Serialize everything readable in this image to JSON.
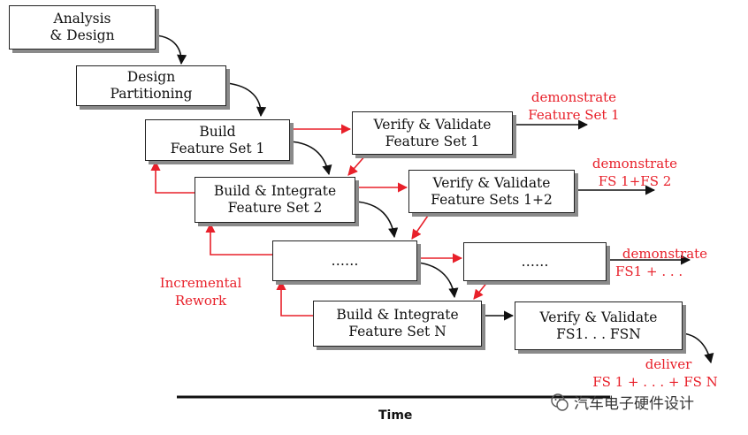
{
  "boxes": {
    "analysis": {
      "line1": "Analysis",
      "line2": "& Design"
    },
    "partitioning": {
      "line1": "Design",
      "line2": "Partitioning"
    },
    "build1": {
      "line1": "Build",
      "line2": "Feature Set 1"
    },
    "verify1": {
      "line1": "Verify & Validate",
      "line2": "Feature Set 1"
    },
    "build2": {
      "line1": "Build & Integrate",
      "line2": "Feature Set 2"
    },
    "verify2": {
      "line1": "Verify & Validate",
      "line2": "Feature Sets 1+2"
    },
    "dots_build": {
      "line1": "……"
    },
    "dots_verify": {
      "line1": "……"
    },
    "buildN": {
      "line1": "Build & Integrate",
      "line2": "Feature Set N"
    },
    "verifyN": {
      "line1": "Verify & Validate",
      "line2": "FS1. . . FSN"
    }
  },
  "labels": {
    "demo1": {
      "line1": "demonstrate",
      "line2": "Feature Set 1"
    },
    "demo2": {
      "line1": "demonstrate",
      "line2": "FS 1+FS 2"
    },
    "demo3": {
      "line1": "demonstrate",
      "line2": "FS1 +  . . ."
    },
    "deliver": {
      "line1": "deliver",
      "line2": "FS 1 + . . . + FS N"
    },
    "rework": {
      "line1": "Incremental",
      "line2": "Rework"
    }
  },
  "axis": {
    "time_label": "Time"
  },
  "watermark": {
    "text": "汽车电子硬件设计"
  },
  "colors": {
    "accent_red": "#e8202a",
    "box_border": "#222222",
    "shadow": "#8a8a8a"
  }
}
